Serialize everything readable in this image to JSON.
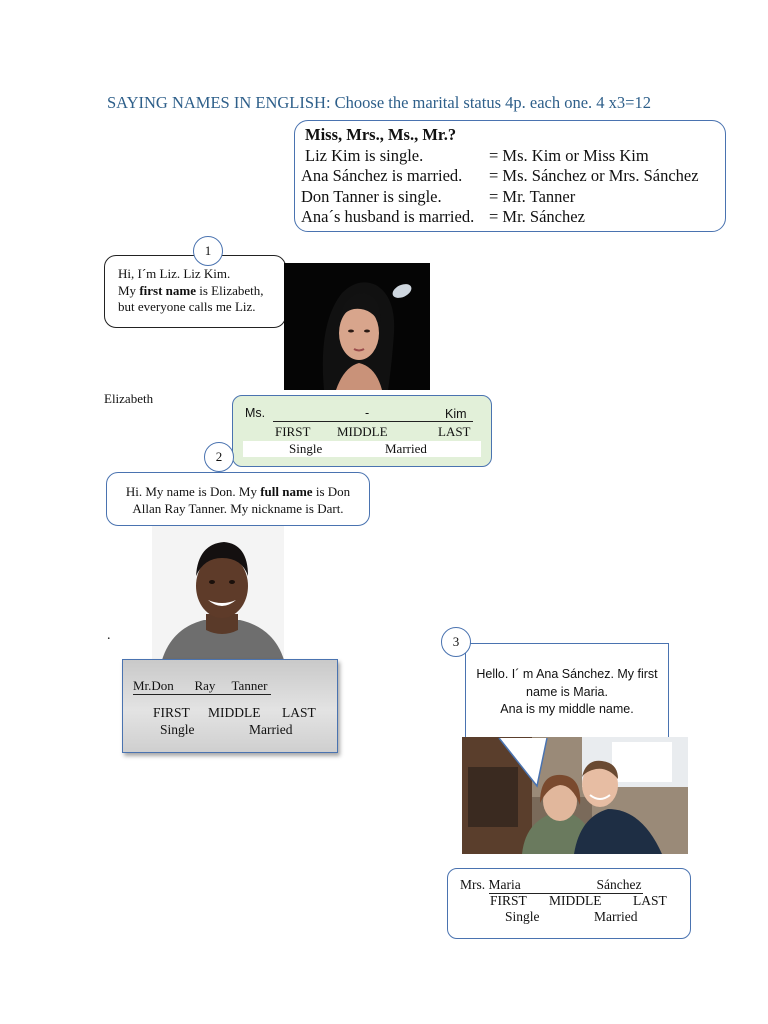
{
  "title": "SAYING NAMES IN ENGLISH:  Choose the marital status 4p. each one. 4 x3=12",
  "rules": {
    "heading": "Miss, Mrs., Ms., Mr.?",
    "rows": [
      {
        "left": "Liz Kim is single.",
        "right": "= Ms. Kim or Miss Kim"
      },
      {
        "left": "Ana Sánchez is married.",
        "right": "= Ms. Sánchez or Mrs. Sánchez"
      },
      {
        "left": "Don Tanner is single.",
        "right": "= Mr. Tanner"
      },
      {
        "left": "Ana´s husband is married.",
        "right": "= Mr. Sánchez"
      }
    ]
  },
  "item1": {
    "number": "1",
    "speech": {
      "line1": "Hi, I´m Liz. Liz Kim.",
      "line2_pre": "My ",
      "line2_bold": "first name",
      "line2_post": " is Elizabeth,",
      "line3": "but everyone calls me Liz."
    },
    "answer_note": "Elizabeth",
    "form": {
      "title": "Ms.",
      "sep": "-",
      "last_value": "Kim",
      "labels": [
        "FIRST",
        "MIDDLE",
        "LAST"
      ],
      "status": [
        "Single",
        "Married"
      ]
    }
  },
  "item2": {
    "number": "2",
    "speech": {
      "pre": "Hi. My name is Don. My ",
      "bold": "full name",
      "post": " is Don",
      "line2": "Allan Ray Tanner. My nickname is Dart."
    },
    "dot": ".",
    "form": {
      "title": "Mr.",
      "first": "Don",
      "middle": "Ray",
      "last": "Tanner",
      "labels": [
        "FIRST",
        "MIDDLE",
        "LAST"
      ],
      "status": [
        "Single",
        "Married"
      ]
    }
  },
  "item3": {
    "number": "3",
    "speech": {
      "line1": "Hello. I´ m Ana Sánchez. My first",
      "line2": "name is Maria.",
      "line3": "Ana is my middle name."
    },
    "form": {
      "title": "Mrs.",
      "first": "Maria",
      "last": "Sánchez",
      "labels": [
        "FIRST",
        "MIDDLE",
        "LAST"
      ],
      "status": [
        "Single",
        "Married"
      ]
    }
  },
  "colors": {
    "title": "#2e5f8a",
    "border_blue": "#4a73b0",
    "form1_fill": "#e2f0d9",
    "form2_fill": "#c9c9c9"
  }
}
